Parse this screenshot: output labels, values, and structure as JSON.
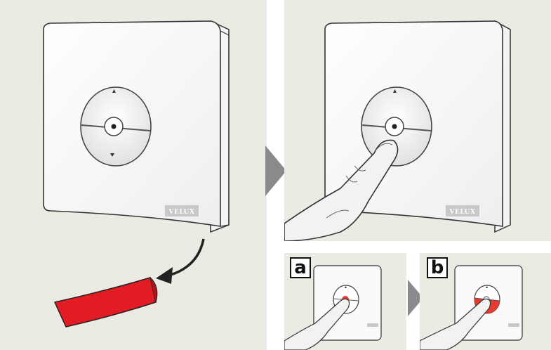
{
  "brand": {
    "logo_text": "VELUX"
  },
  "steps": [
    {
      "id": "a",
      "label": "a"
    },
    {
      "id": "b",
      "label": "b"
    }
  ],
  "colors": {
    "panel_background": "#ecebe3",
    "device_body": "#fbfbfb",
    "tab_red": "#e31b23",
    "indicator_red": "#e83a30",
    "arrow_grey": "#8a8a8a"
  },
  "icons": {
    "control_up": "triangle-up",
    "control_down": "triangle-down",
    "control_stop": "circle-dot",
    "next_step": "arrow-right",
    "pull_direction": "curved-arrow"
  }
}
